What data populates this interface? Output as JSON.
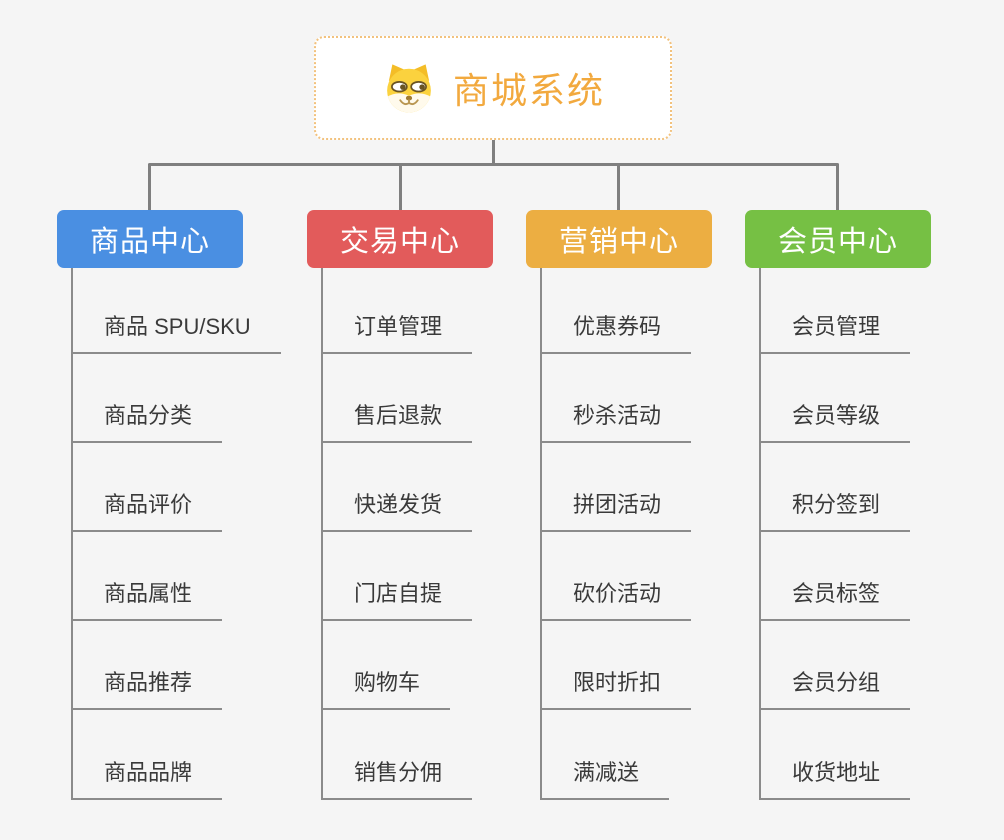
{
  "root": {
    "title": "商城系统",
    "icon": "dog-face-icon",
    "accent_color": "#f2a93e",
    "border_color": "#f2c27e"
  },
  "colors": {
    "background": "#f5f5f5",
    "connector": "#7f7f7f",
    "branch_line": "#8b8b8b",
    "leaf_text": "#3a3a3a"
  },
  "branches": [
    {
      "label": "商品中心",
      "color": "#4a8fe2",
      "children": [
        "商品 SPU/SKU",
        "商品分类",
        "商品评价",
        "商品属性",
        "商品推荐",
        "商品品牌"
      ]
    },
    {
      "label": "交易中心",
      "color": "#e25b5b",
      "children": [
        "订单管理",
        "售后退款",
        "快递发货",
        "门店自提",
        "购物车",
        "销售分佣"
      ]
    },
    {
      "label": "营销中心",
      "color": "#ecae42",
      "children": [
        "优惠券码",
        "秒杀活动",
        "拼团活动",
        "砍价活动",
        "限时折扣",
        "满减送"
      ]
    },
    {
      "label": "会员中心",
      "color": "#76c044",
      "children": [
        "会员管理",
        "会员等级",
        "积分签到",
        "会员标签",
        "会员分组",
        "收货地址"
      ]
    }
  ]
}
